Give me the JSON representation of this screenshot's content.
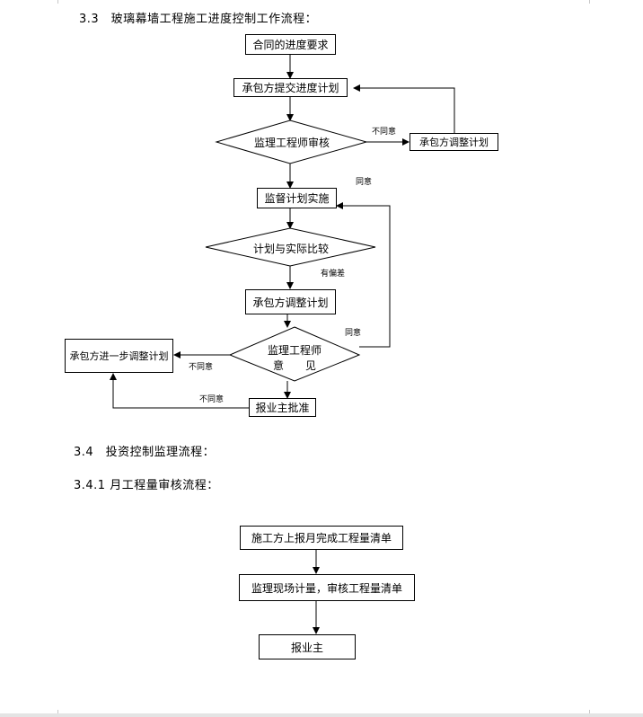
{
  "sec33": {
    "title": "3.3　玻璃幕墙工程施工进度控制工作流程："
  },
  "flow1": {
    "contract_req": "合同的进度要求",
    "submit_plan": "承包方提交进度计划",
    "review": "监理工程师审核",
    "adjust_plan_1": "承包方调整计划",
    "supervise": "监督计划实施",
    "compare": "计划与实际比较",
    "adjust_plan_2": "承包方调整计划",
    "opinion_line1": "监理工程师",
    "opinion_line2": "意　　见",
    "further_adjust": "承包方进一步调整计划",
    "report_owner": "报业主批准",
    "label_disagree": "不同意",
    "label_agree": "同意",
    "label_deviation": "有偏差"
  },
  "sec34": {
    "title": "3.4　投资控制监理流程："
  },
  "sec341": {
    "title": "3.4.1 月工程量审核流程："
  },
  "flow2": {
    "report_qty": "施工方上报月完成工程量清单",
    "measure": "监理现场计量，审核工程量清单",
    "owner": "报业主"
  }
}
